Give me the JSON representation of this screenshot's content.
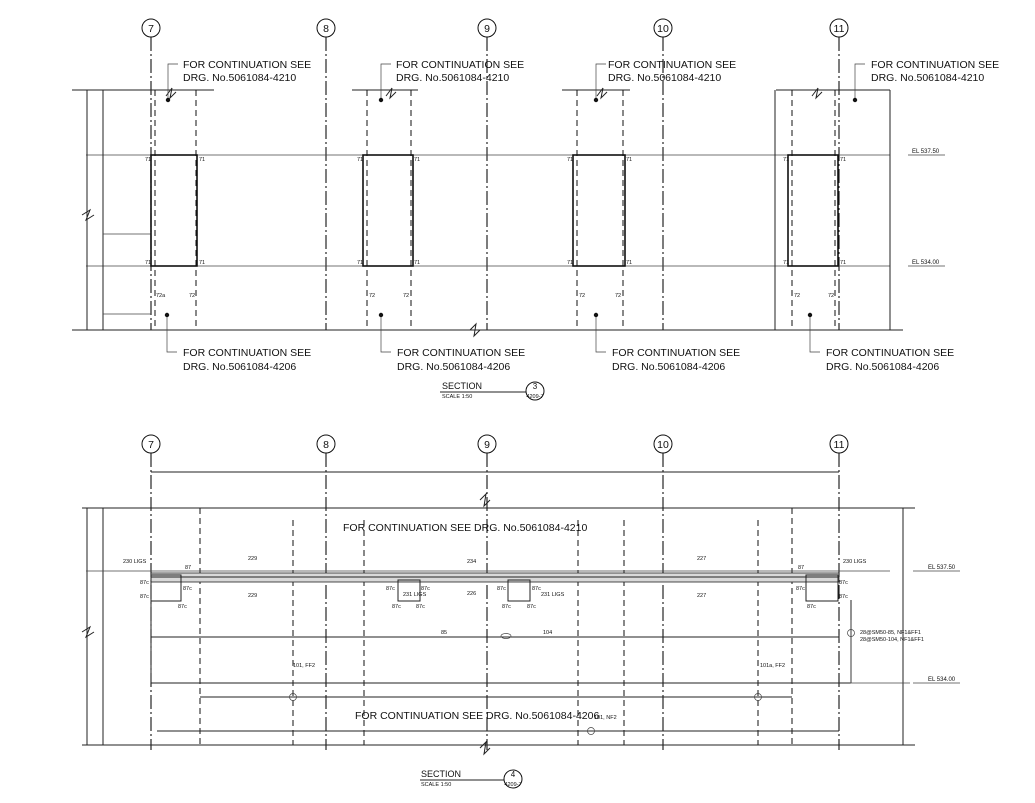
{
  "grid_labels": [
    "7",
    "8",
    "9",
    "10",
    "11"
  ],
  "section3": {
    "top_notes": [
      {
        "line1": "FOR CONTINUATION SEE",
        "line2": "DRG. No.5061084-4210"
      },
      {
        "line1": "FOR CONTINUATION SEE",
        "line2": "DRG. No.5061084-4210"
      },
      {
        "line1": "FOR CONTINUATION SEE",
        "line2": "DRG. No.5061084-4210"
      },
      {
        "line1": "FOR CONTINUATION SEE",
        "line2": "DRG. No.5061084-4210"
      }
    ],
    "bottom_notes": [
      {
        "line1": "FOR CONTINUATION SEE",
        "line2": "DRG. No.5061084-4206"
      },
      {
        "line1": "FOR CONTINUATION SEE",
        "line2": "DRG. No.5061084-4206"
      },
      {
        "line1": "FOR CONTINUATION SEE",
        "line2": "DRG. No.5061084-4206"
      },
      {
        "line1": "FOR CONTINUATION SEE",
        "line2": "DRG. No.5061084-4206"
      }
    ],
    "elevations": [
      "EL 537.50",
      "EL 534.00"
    ],
    "bar_marks": {
      "mark_71": "71",
      "mark_72": "72",
      "mark_72a": "72a"
    },
    "title": "SECTION",
    "scale": "SCALE 1:50",
    "number": "3",
    "sheet": "4209-7"
  },
  "section4": {
    "note_top": "FOR CONTINUATION SEE DRG. No.5061084-4210",
    "note_bottom": "FOR CONTINUATION SEE DRG. No.5061084-4206",
    "elevations": [
      "EL 537.50",
      "EL 534.00"
    ],
    "marks": {
      "m230": "230 LIGS",
      "m231": "231 LIGS",
      "m229": "229",
      "m234": "234",
      "m226": "226",
      "m227": "227",
      "m87": "87",
      "m87c": "87c",
      "m85": "85",
      "m104": "104",
      "m101_ff2": "101, FF2",
      "m101a_ff2": "101a, FF2",
      "m101_nf2": "101, NF2",
      "callout1": "28@SM50-85, NF1&FF1",
      "callout2": "28@SM50-104, NF1&FF1"
    },
    "title": "SECTION",
    "scale": "SCALE 1:50",
    "number": "4",
    "sheet": "4209-7"
  }
}
